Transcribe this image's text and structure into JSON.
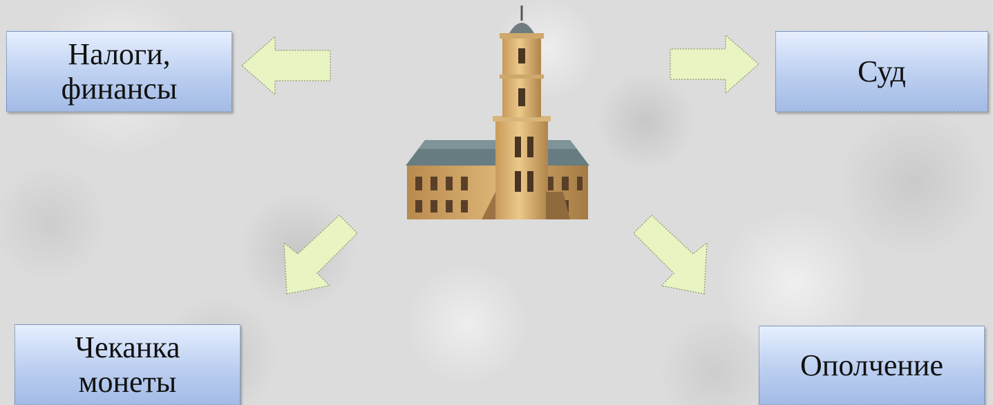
{
  "diagram": {
    "center": {
      "icon": "town-hall-tower-icon"
    },
    "nodes": [
      {
        "id": "taxes",
        "label": "Налоги,\nфинансы"
      },
      {
        "id": "court",
        "label": "Суд"
      },
      {
        "id": "coinage",
        "label": "Чеканка\nмонеты"
      },
      {
        "id": "militia",
        "label": "Ополчение"
      }
    ],
    "edges": [
      {
        "from": "center",
        "to": "taxes"
      },
      {
        "from": "center",
        "to": "court"
      },
      {
        "from": "center",
        "to": "coinage"
      },
      {
        "from": "center",
        "to": "militia"
      }
    ]
  },
  "colors": {
    "box_top": "#e6efff",
    "box_bottom": "#a3bbe6",
    "arrow_fill": "#e8f4c2",
    "background": "#dcdcdc"
  }
}
